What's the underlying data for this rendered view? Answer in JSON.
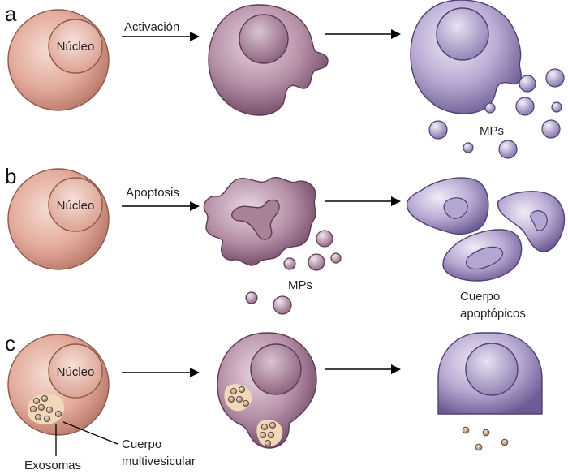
{
  "rows": [
    {
      "letter": "a",
      "nucleus_label": "Núcleo",
      "process_label": "Activación",
      "particles_label": "MPs"
    },
    {
      "letter": "b",
      "nucleus_label": "Núcleo",
      "process_label": "Apoptosis",
      "particles_label": "MPs",
      "bodies_label_line1": "Cuerpo",
      "bodies_label_line2": "apoptópicos"
    },
    {
      "letter": "c",
      "nucleus_label": "Núcleo",
      "exosomes_label": "Exosomas",
      "mvb_label_line1": "Cuerpo",
      "mvb_label_line2": "multivesicular"
    }
  ],
  "colors": {
    "resting_cell": "#d59a8a",
    "activated_cell": "#9a6a88",
    "late_cell": "#a596c4",
    "arrow": "#000000"
  }
}
